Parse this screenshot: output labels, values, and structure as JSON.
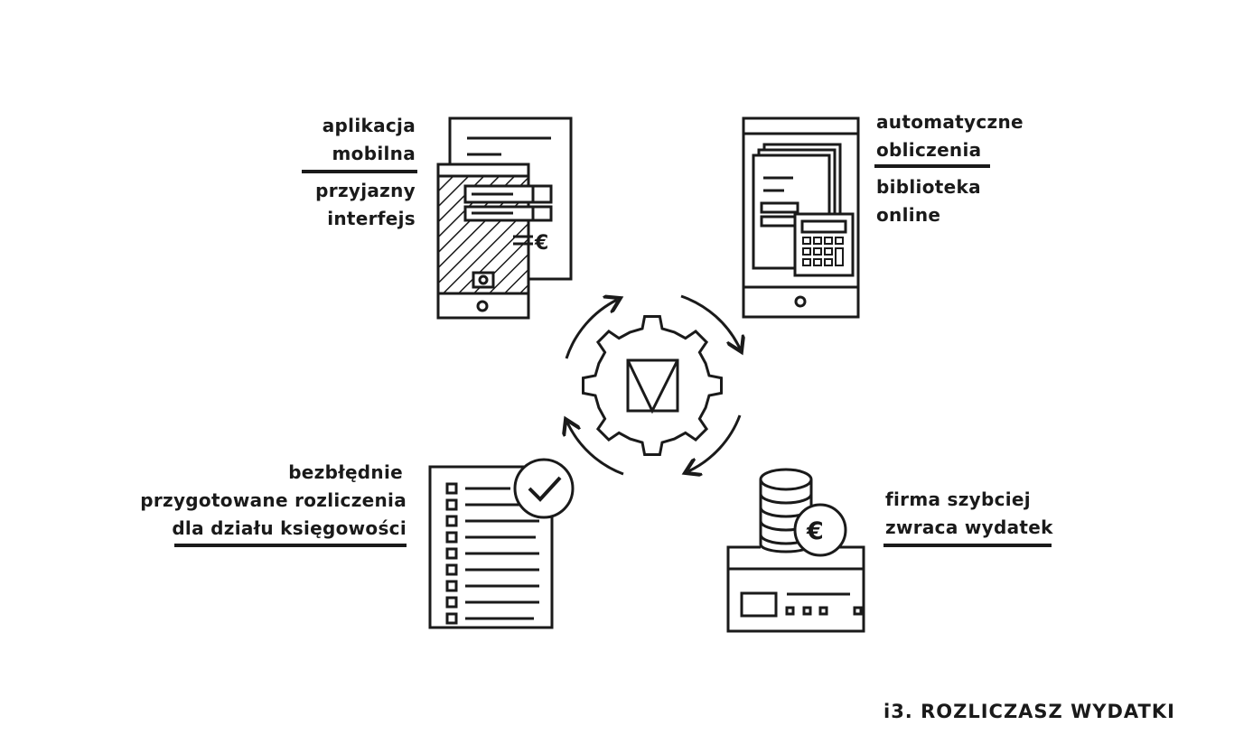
{
  "labels": {
    "top_left": {
      "line1": "aplikacja",
      "line2": "mobilna",
      "line3": "przyjazny",
      "line4": "interfejs"
    },
    "top_right": {
      "line1": "automatyczne",
      "line2": "obliczenia",
      "line3": "biblioteka",
      "line4": "online"
    },
    "bottom_left": {
      "line1": "bezbłędnie",
      "line2": "przygotowane rozliczenia",
      "line3": "dla działu księgowości"
    },
    "bottom_right": {
      "line1": "firma szybciej",
      "line2": "zwraca wydatek"
    }
  },
  "center_logo_letter": "M",
  "icons": {
    "phone_receipt": "mobile-app-receipt-icon",
    "tablet_calculator": "tablet-calculator-icon",
    "checklist": "checklist-icon",
    "coins_card": "coins-card-icon",
    "gear": "gear-icon",
    "currency_symbol": "€"
  },
  "caption": "i3. ROZLICZASZ WYDATKI",
  "colors": {
    "ink": "#1a1a1a",
    "background": "#ffffff"
  }
}
